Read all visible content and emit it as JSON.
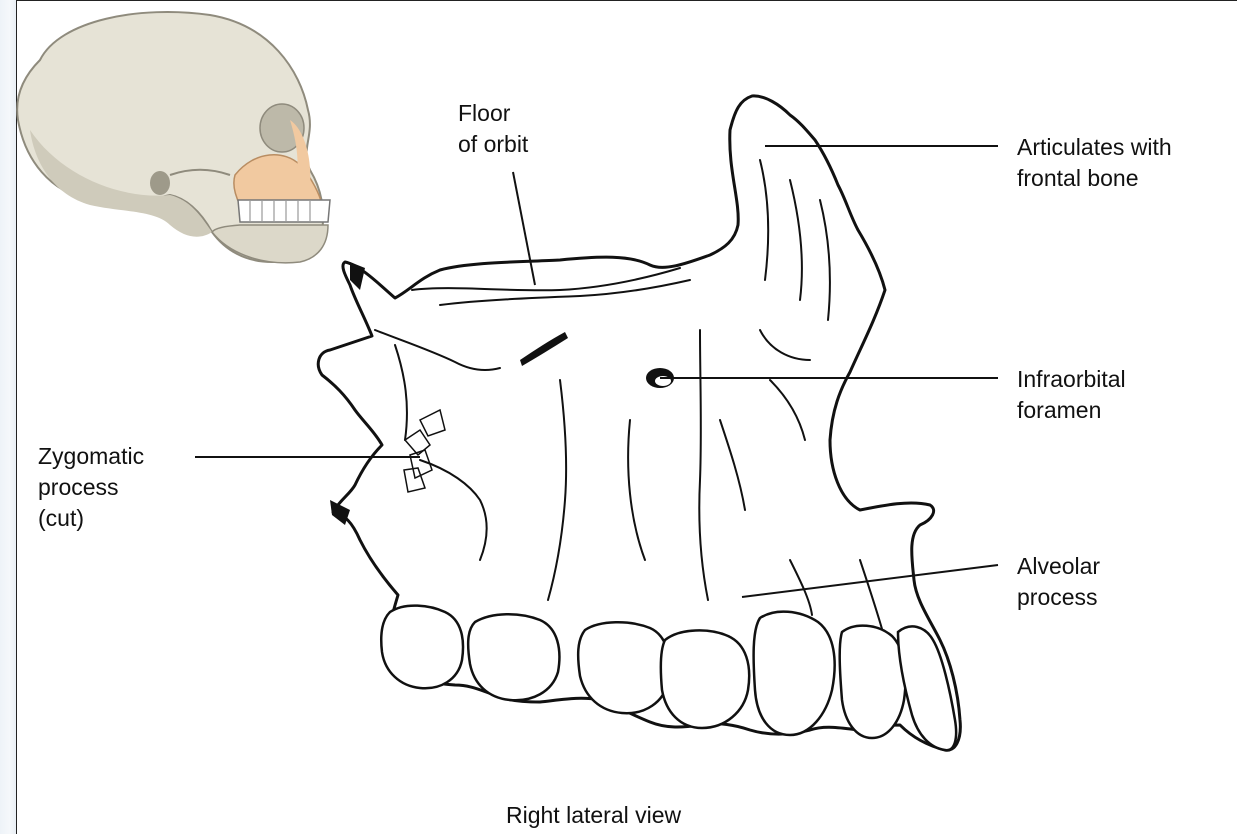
{
  "labels": {
    "floor_of_orbit": [
      "Floor",
      "of orbit"
    ],
    "articulates": [
      "Articulates with",
      "frontal bone"
    ],
    "infraorbital": [
      "Infraorbital",
      "foramen"
    ],
    "zygomatic": [
      "Zygomatic",
      "process",
      "(cut)"
    ],
    "alveolar": [
      "Alveolar",
      "process"
    ]
  },
  "caption": "Right lateral view",
  "colors": {
    "line": "#111111",
    "bone_fill": "#ffffff",
    "skull": "#e6e3d6",
    "skull_shadow": "#bdb9a9",
    "maxilla_highlight": "#f1c9a0"
  }
}
